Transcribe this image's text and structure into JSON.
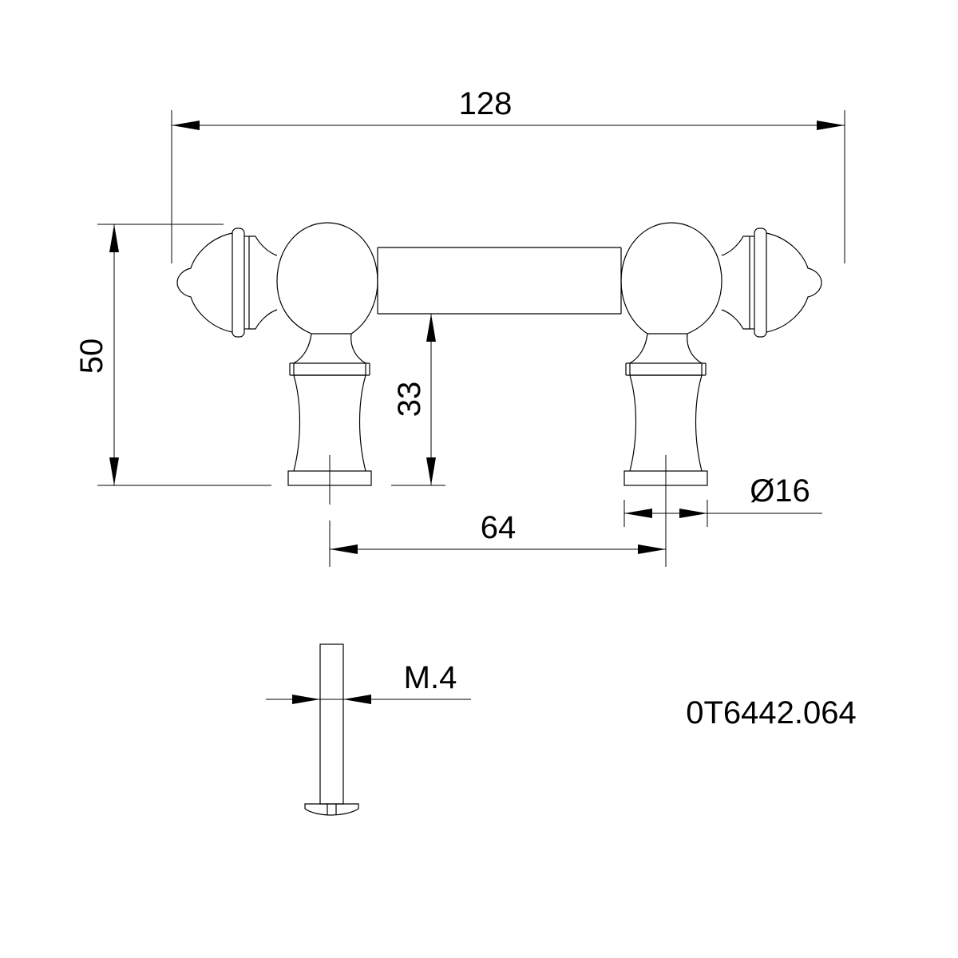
{
  "drawing": {
    "dimensions": {
      "overall_length": "128",
      "height": "50",
      "clearance": "33",
      "hole_spacing": "64",
      "post_diameter": "Ø16",
      "screw_thread": "M.4"
    },
    "part_number": "0T6442.064"
  }
}
